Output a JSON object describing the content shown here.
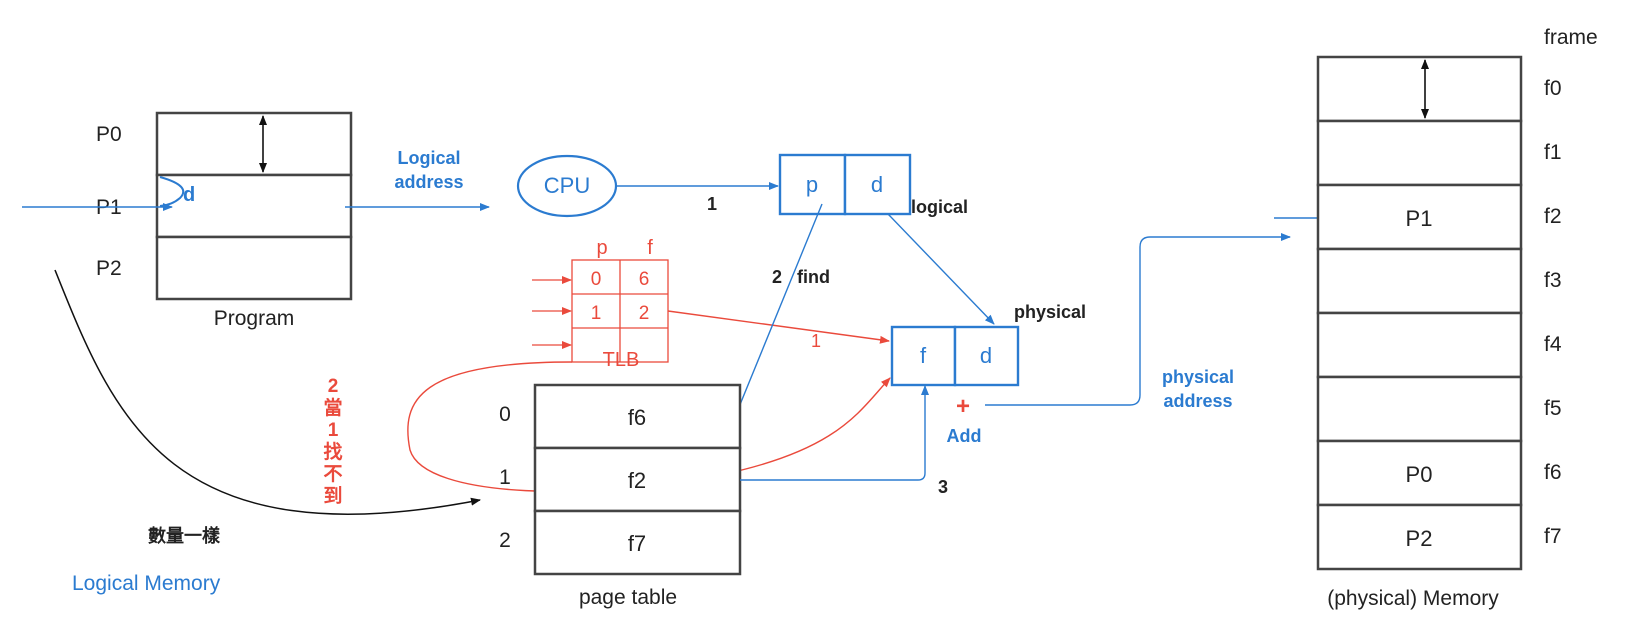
{
  "colors": {
    "blue": "#2b7bd0",
    "red": "#ea4a3c",
    "black": "#222222",
    "box": "#444444"
  },
  "program": {
    "rows": [
      "P0",
      "P1",
      "P2"
    ],
    "offset_label": "d",
    "caption": "Program",
    "logical_address_line1": "Logical",
    "logical_address_line2": "address",
    "logical_memory_label": "Logical Memory",
    "same_count_label": "數量一樣"
  },
  "cpu": {
    "label": "CPU",
    "step1": "1"
  },
  "logical_addr": {
    "p": "p",
    "d": "d",
    "label": "logical"
  },
  "tlb": {
    "header_p": "p",
    "header_f": "f",
    "rows": [
      [
        "0",
        "6"
      ],
      [
        "1",
        "2"
      ],
      [
        "",
        ""
      ]
    ],
    "label": "TLB",
    "step1": "1",
    "fallback_chars": [
      "2",
      "當",
      "1",
      "找",
      "不",
      "到"
    ]
  },
  "find_label": {
    "num": "2",
    "text": "find"
  },
  "physical_addr": {
    "f": "f",
    "d": "d",
    "label": "physical",
    "plus": "+",
    "add": "Add"
  },
  "page_table": {
    "indices": [
      "0",
      "1",
      "2"
    ],
    "entries": [
      "f6",
      "f2",
      "f7"
    ],
    "caption": "page table",
    "step3": "3"
  },
  "physical_address_label": {
    "line1": "physical",
    "line2": "address"
  },
  "memory": {
    "frame_header": "frame",
    "frames": [
      "f0",
      "f1",
      "f2",
      "f3",
      "f4",
      "f5",
      "f6",
      "f7"
    ],
    "contents": [
      "",
      "",
      "P1",
      "",
      "",
      "",
      "P0",
      "P2"
    ],
    "caption": "(physical) Memory"
  }
}
